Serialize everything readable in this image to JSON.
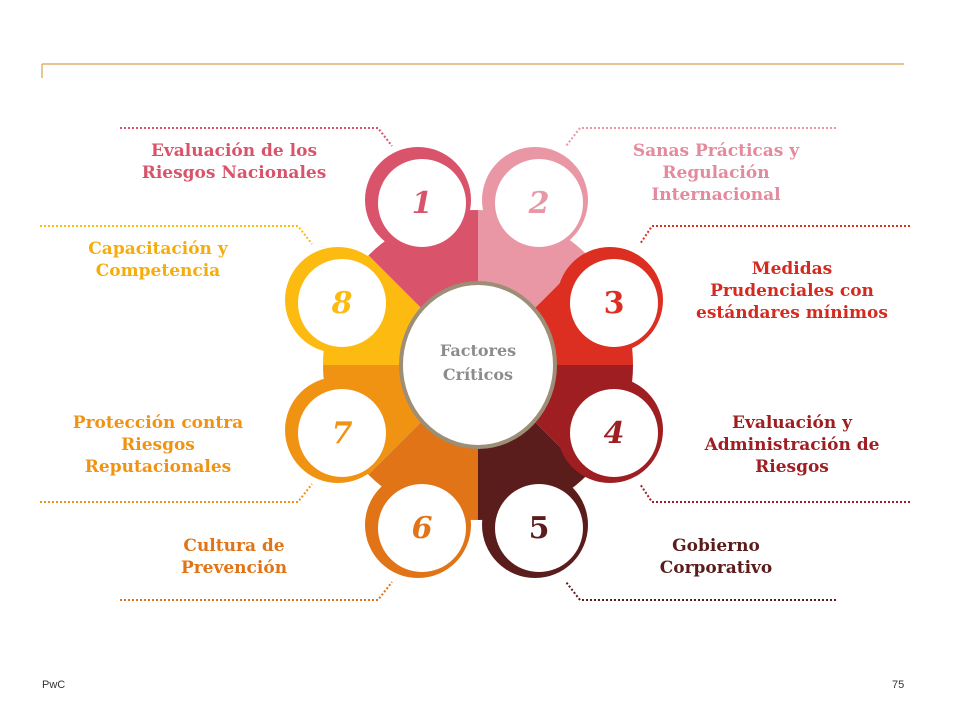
{
  "center_label": [
    "Factores",
    "Críticos"
  ],
  "factors": [
    {
      "num": "1",
      "label": [
        "Evaluación de los",
        "Riesgos Nacionales"
      ],
      "color": "#d9536a",
      "textColor": "#d9536a",
      "italic": true
    },
    {
      "num": "2",
      "label": [
        "Sanas Prácticas y",
        "Regulación",
        "Internacional"
      ],
      "color": "#e997a5",
      "textColor": "#e58a9c",
      "italic": true
    },
    {
      "num": "3",
      "label": [
        "Medidas",
        "Prudenciales con",
        "estándares mínimos"
      ],
      "color": "#dc2f22",
      "textColor": "#d42a1f",
      "italic": false
    },
    {
      "num": "4",
      "label": [
        "Evaluación y",
        "Administración de",
        "Riesgos"
      ],
      "color": "#9e1e22",
      "textColor": "#9e1e22",
      "italic": true
    },
    {
      "num": "5",
      "label": [
        "Gobierno",
        "Corporativo"
      ],
      "color": "#5b1d1c",
      "textColor": "#5b1d1c",
      "italic": false
    },
    {
      "num": "6",
      "label": [
        "Cultura de",
        "Prevención"
      ],
      "color": "#e07416",
      "textColor": "#e07416",
      "italic": true
    },
    {
      "num": "7",
      "label": [
        "Protección contra",
        "Riesgos",
        "Reputacionales"
      ],
      "color": "#f09313",
      "textColor": "#f09313",
      "italic": true
    },
    {
      "num": "8",
      "label": [
        "Capacitación y",
        "Competencia"
      ],
      "color": "#fdbb11",
      "textColor": "#f5ad0c",
      "italic": true
    }
  ],
  "center_ring_color": "#9c8e77",
  "center_text_color": "#8c8c8c",
  "accent_line_color": "#d6a158",
  "footer": {
    "left": "PwC",
    "right": "75"
  }
}
